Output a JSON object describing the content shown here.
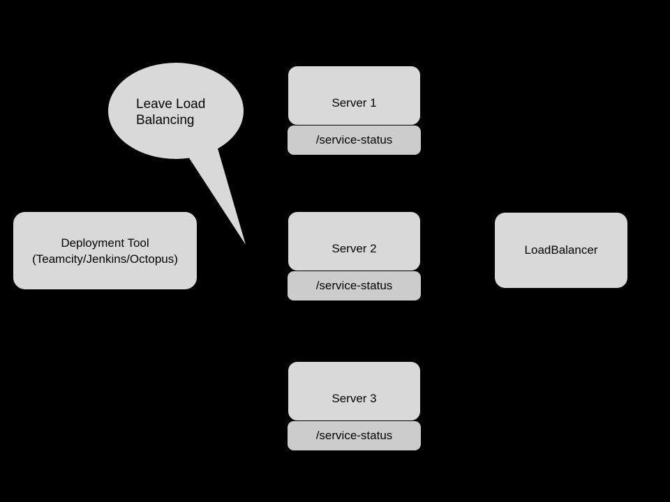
{
  "colors": {
    "background": "#000000",
    "node_fill": "#d9d9d9",
    "endpoint_fill": "#cccccc",
    "outline": "#000000",
    "text": "#000000"
  },
  "callout": {
    "text": "Leave Load Balancing"
  },
  "deployment_tool": {
    "label": "Deployment Tool (Teamcity/Jenkins/Octopus)"
  },
  "servers": [
    {
      "name": "Server 1",
      "endpoint": "/service-status"
    },
    {
      "name": "Server 2",
      "endpoint": "/service-status"
    },
    {
      "name": "Server 3",
      "endpoint": "/service-status"
    }
  ],
  "load_balancer": {
    "label": "LoadBalancer"
  }
}
